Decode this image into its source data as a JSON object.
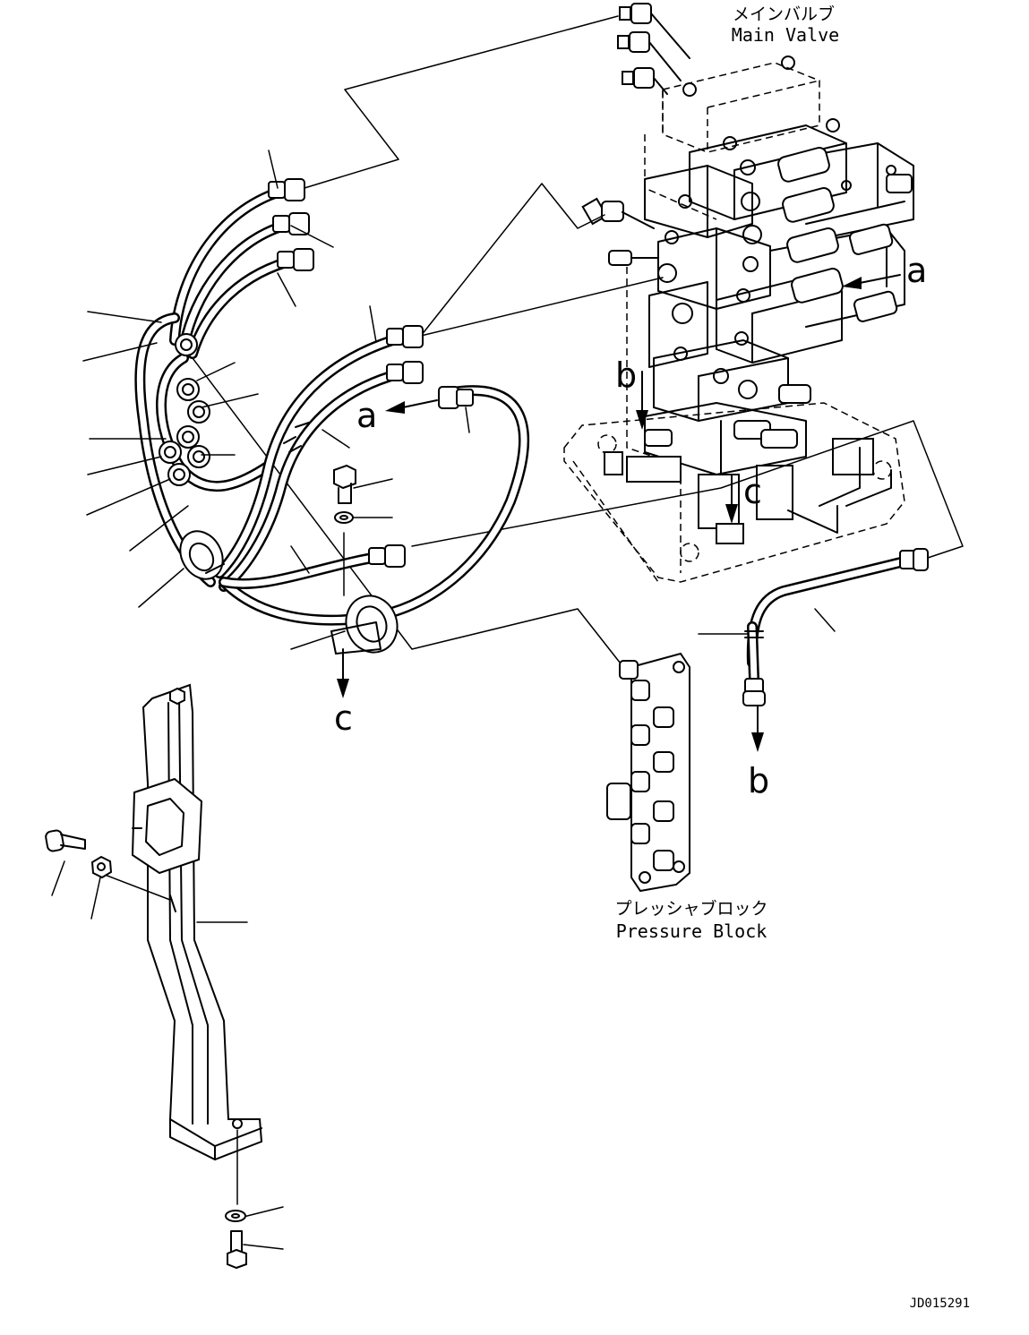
{
  "labels": {
    "main_valve_jp": "メインバルブ",
    "main_valve_en": "Main Valve",
    "pressure_block_jp": "プレッシャブロック",
    "pressure_block_en": "Pressure Block",
    "drawing_code": "JD015291"
  },
  "arrow_letters": {
    "a": "a",
    "b": "b",
    "c": "c"
  }
}
